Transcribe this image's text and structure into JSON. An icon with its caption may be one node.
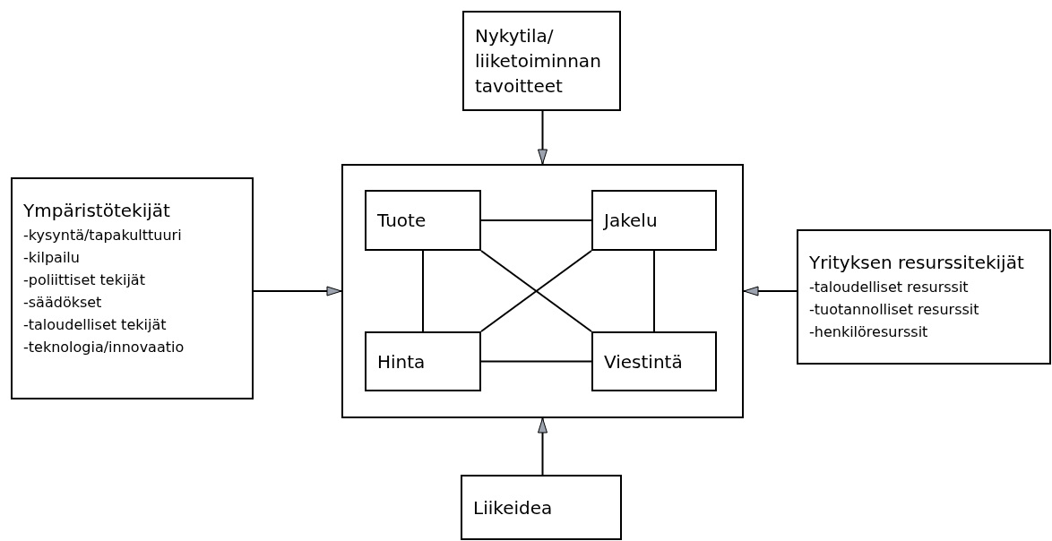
{
  "diagram": {
    "nodes": [
      {
        "text": [
          "Nykytila/ liiketoiminnan tavoitteet"
        ]
      },
      {
        "text": [
          "Ympäristötekijät",
          "-kysyntä/tapakulttuuri",
          "-kilpailu",
          "-poliittiset tekijät",
          "-säädökset",
          "-taloudelliset tekijät",
          "-teknologia/innovaatio"
        ]
      },
      {
        "text": [],
        "shape": "box"
      },
      {
        "text": [
          "Tuote"
        ],
        "in": 2
      },
      {
        "text": [
          "Jakelu"
        ],
        "in": 2
      },
      {
        "text": [
          "Hinta"
        ],
        "in": 2
      },
      {
        "text": [
          "Viestintä"
        ],
        "in": 2
      },
      {
        "text": [
          "Yrityksen resurssitekijät",
          "-taloudelliset resurssit",
          "-tuotannolliset resurssit",
          "-henkilöresurssit"
        ]
      },
      {
        "text": [
          "Liikeidea"
        ]
      }
    ],
    "edges": [
      {
        "from": 0,
        "to": 2,
        "arrow": "to"
      },
      {
        "from": 1,
        "to": 2,
        "arrow": "to"
      },
      {
        "from": 7,
        "to": 2,
        "arrow": "to"
      },
      {
        "from": 8,
        "to": 2,
        "arrow": "to"
      },
      {
        "from": 3,
        "to": 4,
        "arrow": "none"
      },
      {
        "from": 3,
        "to": 5,
        "arrow": "none"
      },
      {
        "from": 4,
        "to": 6,
        "arrow": "none"
      },
      {
        "from": 5,
        "to": 6,
        "arrow": "none"
      },
      {
        "from": 3,
        "to": 6,
        "arrow": "none"
      },
      {
        "from": 4,
        "to": 5,
        "arrow": "none"
      }
    ]
  }
}
